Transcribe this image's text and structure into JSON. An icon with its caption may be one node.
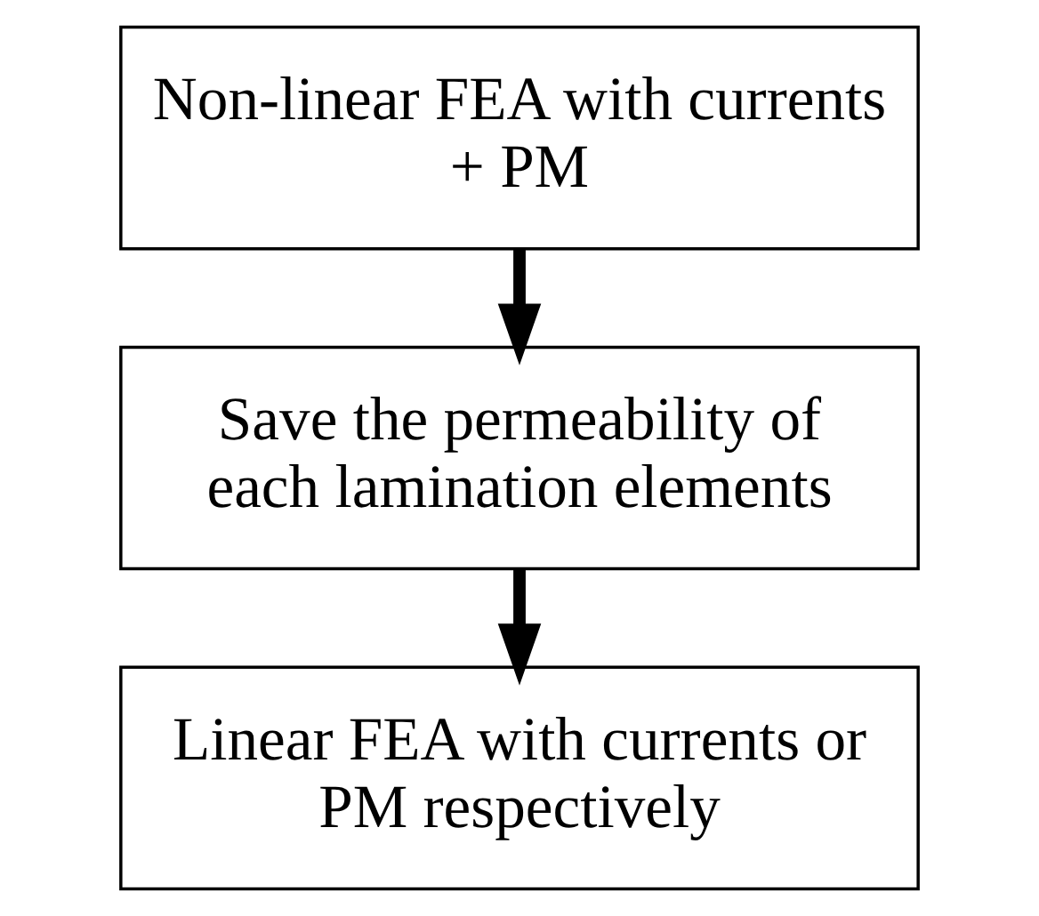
{
  "diagram": {
    "nodes": [
      {
        "text": [
          "Non-linear FEA with currents + PM"
        ]
      },
      {
        "text": [
          "Save the permeability of each lamination elements"
        ]
      },
      {
        "text": [
          "Linear FEA with currents or PM respectively"
        ]
      }
    ],
    "edges": [
      {
        "from": 0,
        "to": 1,
        "arrow": "to"
      },
      {
        "from": 1,
        "to": 2,
        "arrow": "to"
      }
    ]
  }
}
